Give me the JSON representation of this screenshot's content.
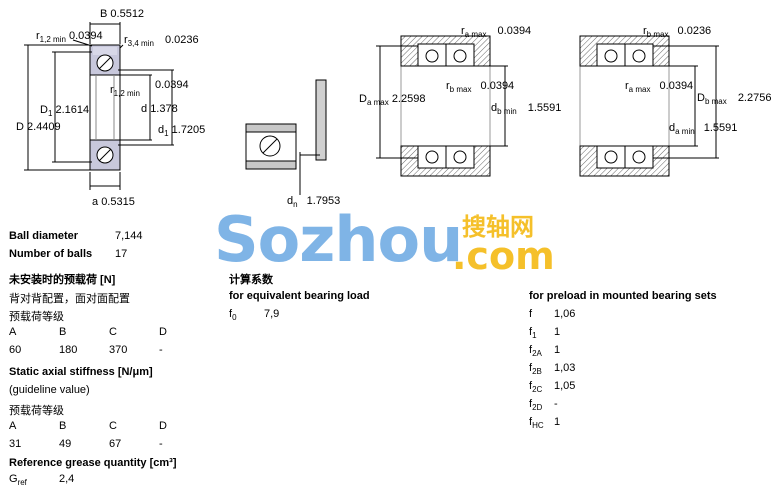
{
  "dims": {
    "B": "B",
    "B_val": "0.5512",
    "r12": "r",
    "r12_sub": "1,2 min",
    "r12_val": "0.0394",
    "r34": "r",
    "r34_sub": "3,4 min",
    "r34_val": "0.0236",
    "r12b": "r",
    "r12b_sub": "1,2 min",
    "r12b_val": "0.0394",
    "D1": "D",
    "D1_sub": "1",
    "D1_val": "2.1614",
    "d": "d",
    "d_val": "1.378",
    "d1": "d",
    "d1_sub": "1",
    "d1_val": "1.7205",
    "D": "D",
    "D_val": "2.4409",
    "a": "a",
    "a_val": "0.5315",
    "dn": "d",
    "dn_sub": "n",
    "dn_val": "1.7953",
    "ra1": "r",
    "ra1_sub": "a max",
    "ra1_val": "0.0394",
    "Da": "D",
    "Da_sub": "a max",
    "Da_val": "2.2598",
    "rb1": "r",
    "rb1_sub": "b max",
    "rb1_val": "0.0394",
    "db": "d",
    "db_sub": "b min",
    "db_val": "1.5591",
    "rb2": "r",
    "rb2_sub": "b max",
    "rb2_val": "0.0236",
    "ra2": "r",
    "ra2_sub": "a max",
    "ra2_val": "0.0394",
    "Db": "D",
    "Db_sub": "b max",
    "Db_val": "2.2756",
    "da": "d",
    "da_sub": "a min",
    "da_val": "1.5591"
  },
  "watermark": {
    "main": "Sozhou",
    "cn": "搜轴网",
    "com": ".com"
  },
  "specs": {
    "ball_diameter_label": "Ball diameter",
    "ball_diameter_val": "7,144",
    "num_balls_label": "Number of balls",
    "num_balls_val": "17",
    "preload_title": "未安装时的预载荷 [N]",
    "preload_arr": "背对背配置，面对面配置",
    "preload_class": "预载荷等级",
    "classes": [
      "A",
      "B",
      "C",
      "D"
    ],
    "preload_vals": [
      "60",
      "180",
      "370",
      "-"
    ],
    "stiff_title": "Static axial stiffness [N/μm]",
    "stiff_guide": "(guideline value)",
    "stiff_class": "预载荷等级",
    "stiff_vals": [
      "31",
      "49",
      "67",
      "-"
    ],
    "grease_title": "Reference grease quantity [cm³]",
    "grease_sym": "G",
    "grease_sub": "ref",
    "grease_val": "2,4"
  },
  "calc": {
    "title": "计算系数",
    "equiv_title": "for equivalent bearing load",
    "f0_sym": "f",
    "f0_sub": "0",
    "f0_val": "7,9",
    "preload_title": "for preload in mounted bearing sets",
    "factors": [
      {
        "sym": "f",
        "sub": "",
        "val": "1,06"
      },
      {
        "sym": "f",
        "sub": "1",
        "val": "1"
      },
      {
        "sym": "f",
        "sub": "2A",
        "val": "1"
      },
      {
        "sym": "f",
        "sub": "2B",
        "val": "1,03"
      },
      {
        "sym": "f",
        "sub": "2C",
        "val": "1,05"
      },
      {
        "sym": "f",
        "sub": "2D",
        "val": "-"
      },
      {
        "sym": "f",
        "sub": "HC",
        "val": "1"
      }
    ]
  }
}
